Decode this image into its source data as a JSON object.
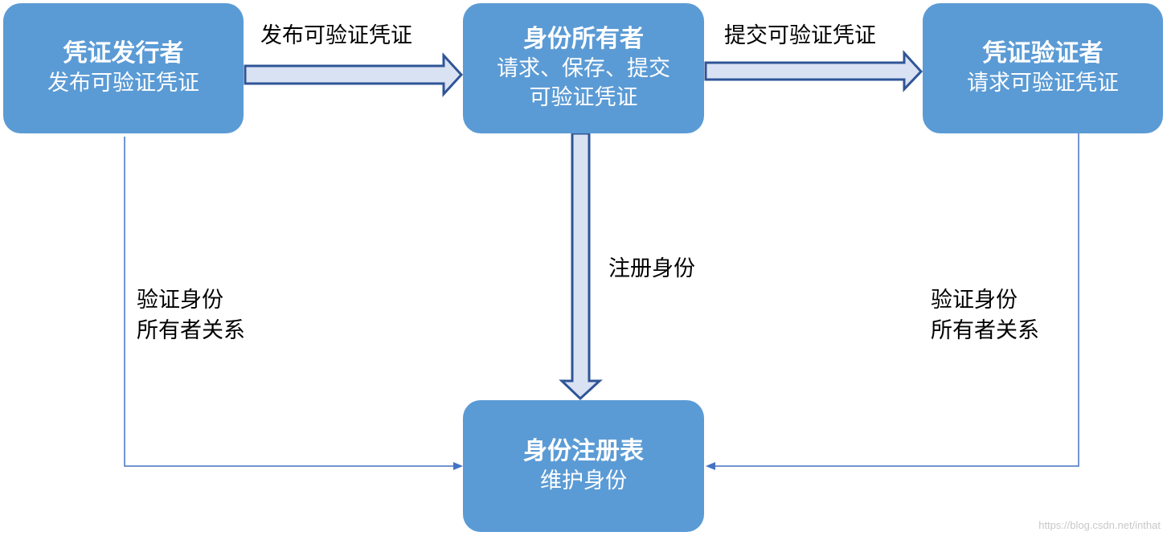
{
  "issuer": {
    "title": "凭证发行者",
    "subtitle": "发布可验证凭证"
  },
  "holder": {
    "title": "身份所有者",
    "line1": "请求、保存、提交",
    "line2": "可验证凭证"
  },
  "verifier": {
    "title": "凭证验证者",
    "subtitle": "请求可验证凭证"
  },
  "registry": {
    "title": "身份注册表",
    "subtitle": "维护身份"
  },
  "edges": {
    "issue": "发布可验证凭证",
    "present": "提交可验证凭证",
    "register": "注册身份",
    "verify_left": {
      "line1": "验证身份",
      "line2": "所有者关系"
    },
    "verify_right": {
      "line1": "验证身份",
      "line2": "所有者关系"
    }
  },
  "watermark": "https://blog.csdn.net/inthat",
  "colors": {
    "box_fill": "#5b9bd5",
    "box_text": "#ffffff",
    "arrow_fill": "#d9e2f3",
    "arrow_stroke": "#2f5597",
    "line": "#4472c4"
  }
}
